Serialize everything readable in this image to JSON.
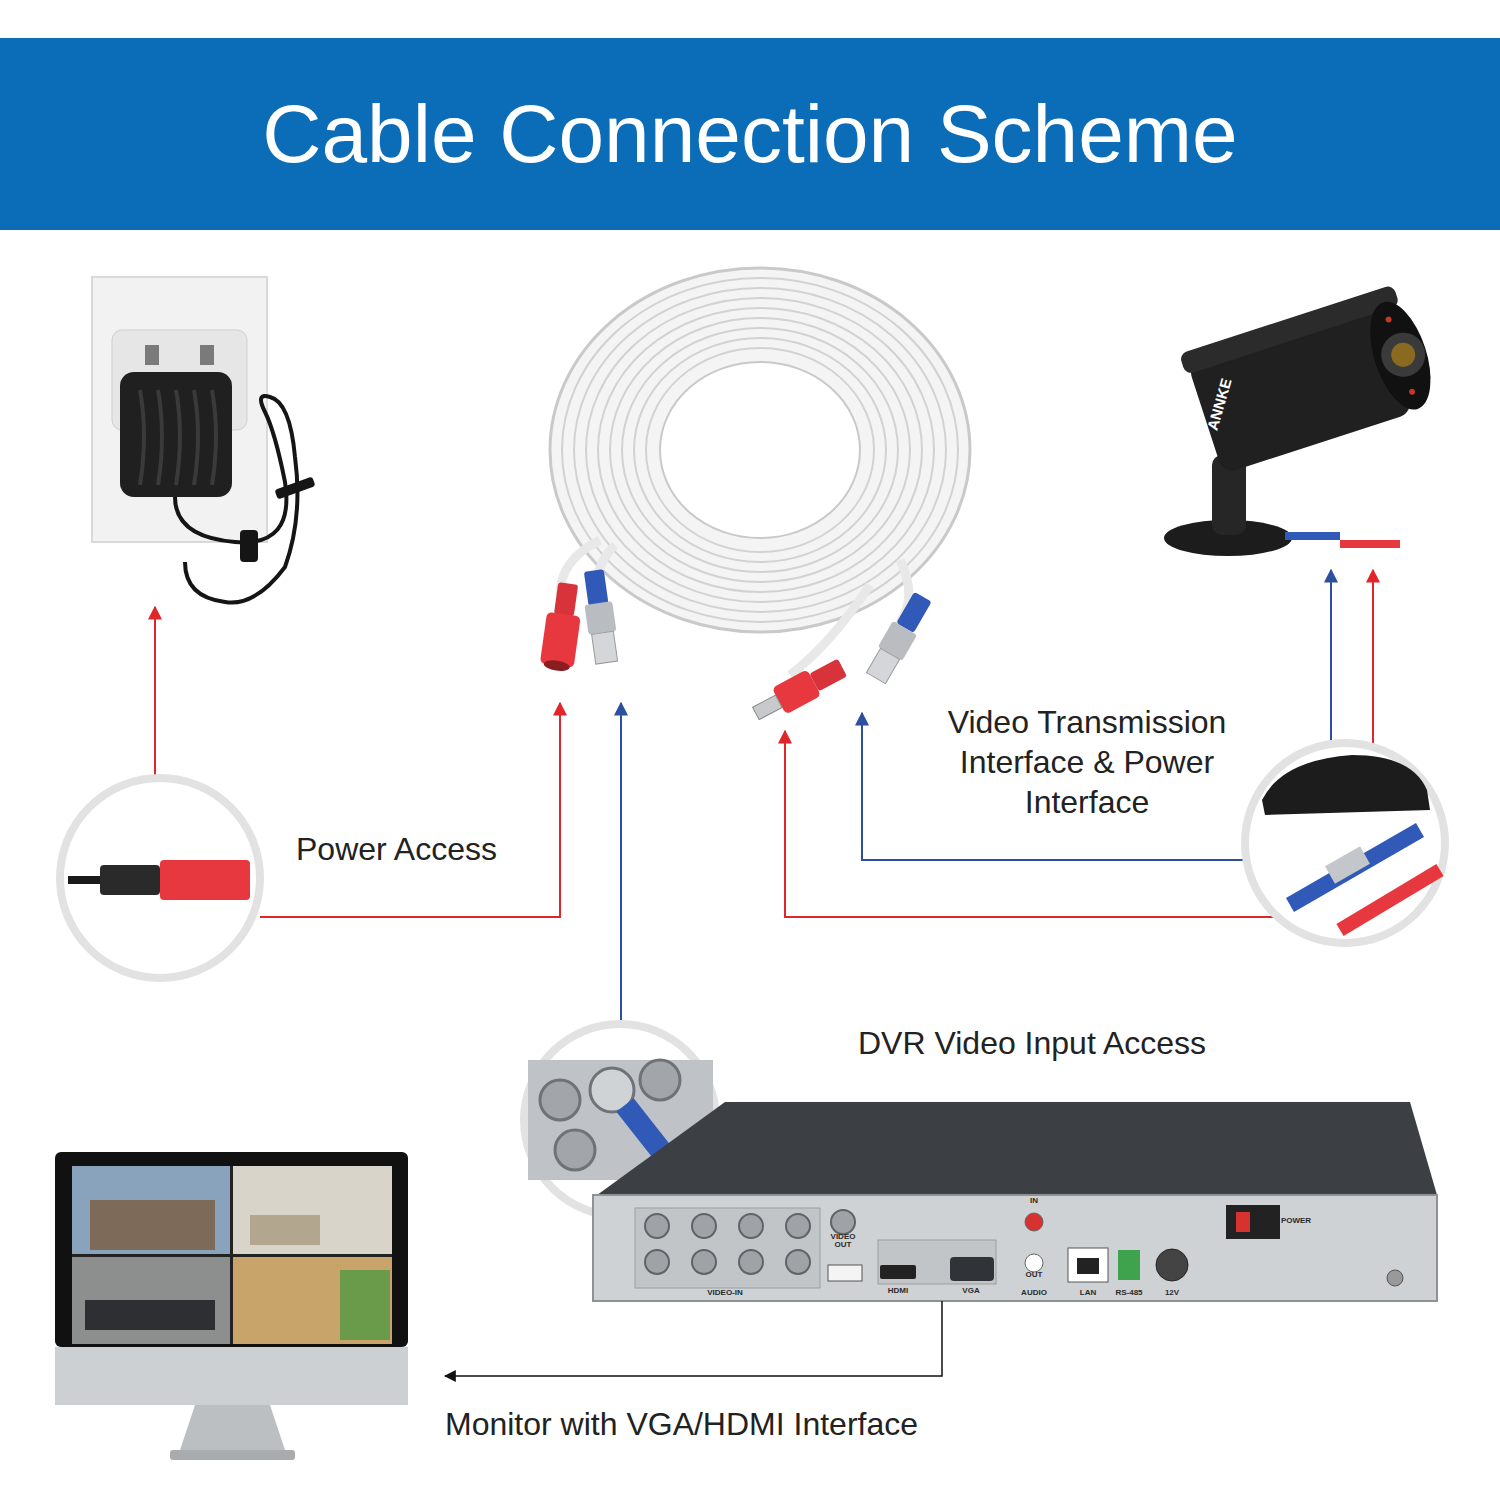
{
  "diagram": {
    "title": "Cable Connection Scheme",
    "nodes": [
      {
        "text": [
          "ANNKE"
        ]
      },
      {
        "text": [
          "VIDEO OUT",
          "VIDEO-IN",
          "HDMI",
          "VGA",
          "IN",
          "OUT",
          "AUDIO",
          "LAN",
          "RS-485",
          "12V",
          "POWER"
        ]
      },
      {
        "text": [
          "Monitor with VGA/HDMI Interface"
        ]
      }
    ],
    "edges": [
      {
        "from": 1,
        "to": 2,
        "arrow": "to"
      }
    ],
    "labels": [
      "Power Access",
      "Video Transmission Interface & Power Interface",
      "DVR Video Input Access"
    ]
  }
}
